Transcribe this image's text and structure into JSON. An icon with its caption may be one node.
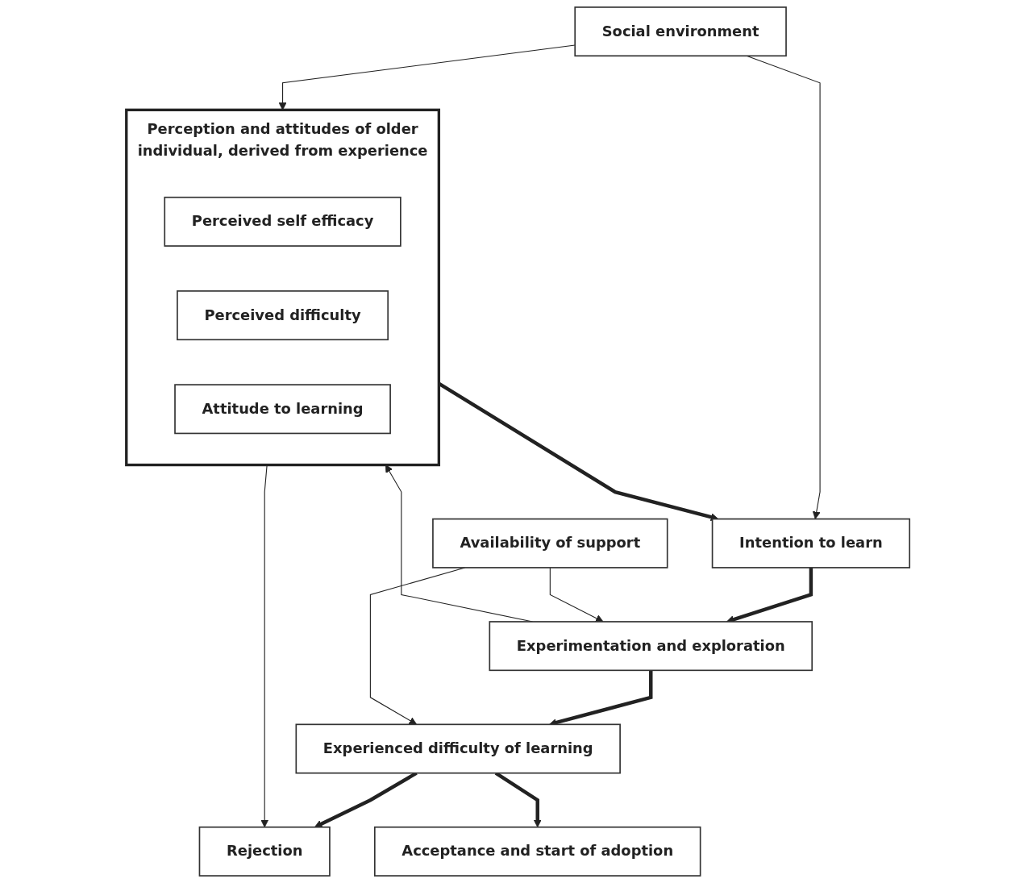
{
  "diagram": {
    "nodes": [
      {
        "text": [
          "Perception and attitudes of older individual, derived from experience"
        ]
      },
      {
        "text": [
          "Perceived self efficacy"
        ],
        "in": 0
      },
      {
        "text": [
          "Perceived difficulty"
        ],
        "in": 0
      },
      {
        "text": [
          "Attitude to learning"
        ],
        "in": 0
      },
      {
        "text": [
          "Intention to learn"
        ]
      },
      {
        "text": [
          "Social environment"
        ]
      },
      {
        "text": [
          "Experimentation and exploration"
        ]
      },
      {
        "text": [
          "Availability of support"
        ]
      },
      {
        "text": [
          "Experienced difficulty of learning"
        ]
      },
      {
        "text": [
          "Rejection"
        ]
      },
      {
        "text": [
          "Acceptance and start of adoption"
        ]
      }
    ],
    "edges": [
      {
        "from": 0,
        "to": 4,
        "arrow": "to",
        "style": "thick"
      },
      {
        "from": 5,
        "to": 4,
        "arrow": "to"
      },
      {
        "from": 5,
        "to": 0,
        "arrow": "to"
      },
      {
        "from": 4,
        "to": 6,
        "arrow": "to",
        "style": "thick"
      },
      {
        "from": 6,
        "to": 0,
        "arrow": "to"
      },
      {
        "from": 7,
        "to": 6,
        "arrow": "to"
      },
      {
        "from": 6,
        "to": 8,
        "arrow": "to",
        "style": "thick"
      },
      {
        "from": 7,
        "to": 8,
        "arrow": "to"
      },
      {
        "from": 8,
        "to": 9,
        "arrow": "to",
        "style": "thick"
      },
      {
        "from": 8,
        "to": 10,
        "arrow": "to",
        "style": "thick"
      },
      {
        "from": 0,
        "to": 9,
        "arrow": "to"
      }
    ]
  }
}
